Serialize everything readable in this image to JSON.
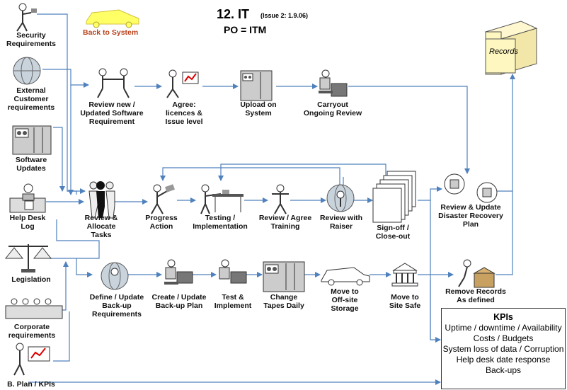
{
  "header": {
    "title": "12. IT",
    "issue": "(Issue 2: 1.9.06)",
    "po": "PO = ITM",
    "back_button": "Back to System"
  },
  "records_label": "Records",
  "inputs": [
    {
      "id": "security",
      "label": "Security\nRequirements"
    },
    {
      "id": "external",
      "label": "External\nCustomer\nrequirements"
    },
    {
      "id": "software",
      "label": "Software\nUpdates"
    },
    {
      "id": "helpdesk",
      "label": "Help Desk\nLog"
    },
    {
      "id": "legislation",
      "label": "Legislation"
    },
    {
      "id": "corporate",
      "label": "Corporate\nrequirements"
    },
    {
      "id": "bplan",
      "label": "B. Plan / KPIs"
    }
  ],
  "row1": [
    {
      "id": "review-new",
      "label": "Review new /\nUpdated Software\nRequirement"
    },
    {
      "id": "agree",
      "label": "Agree:\nlicences &\nIssue level"
    },
    {
      "id": "upload",
      "label": "Upload on\nSystem"
    },
    {
      "id": "carryout",
      "label": "Carryout\nOngoing Review"
    }
  ],
  "row2": [
    {
      "id": "review-allocate",
      "label": "Review &\nAllocate\nTasks"
    },
    {
      "id": "progress",
      "label": "Progress\nAction"
    },
    {
      "id": "testing",
      "label": "Testing /\nImplementation"
    },
    {
      "id": "training",
      "label": "Review / Agree\nTraining"
    },
    {
      "id": "raiser",
      "label": "Review with\nRaiser"
    },
    {
      "id": "signoff",
      "label": "Sign-off /\nClose-out"
    },
    {
      "id": "drp",
      "label": "Review & Update\nDisaster Recovery\nPlan"
    }
  ],
  "row3": [
    {
      "id": "define-backup",
      "label": "Define / Update\nBack-up\nRequirements"
    },
    {
      "id": "create-backup",
      "label": "Create / Update\nBack-up Plan"
    },
    {
      "id": "test-implement",
      "label": "Test &\nImplement"
    },
    {
      "id": "change-tapes",
      "label": "Change\nTapes Daily"
    },
    {
      "id": "offsite",
      "label": "Move to\nOff-site\nStorage"
    },
    {
      "id": "sitesafe",
      "label": "Move to\nSite Safe"
    },
    {
      "id": "remove-records",
      "label": "Remove Records\nAs defined"
    }
  ],
  "kpis": {
    "title": "KPIs",
    "items": [
      "Uptime / downtime / Availability",
      "Costs / Budgets",
      "System loss of data / Corruption",
      "Help desk date response",
      "Back-ups"
    ]
  },
  "colors": {
    "flow": "#4f81bd",
    "car": "#ffff66",
    "back": "#b8421c",
    "records": "#fff7c0"
  }
}
